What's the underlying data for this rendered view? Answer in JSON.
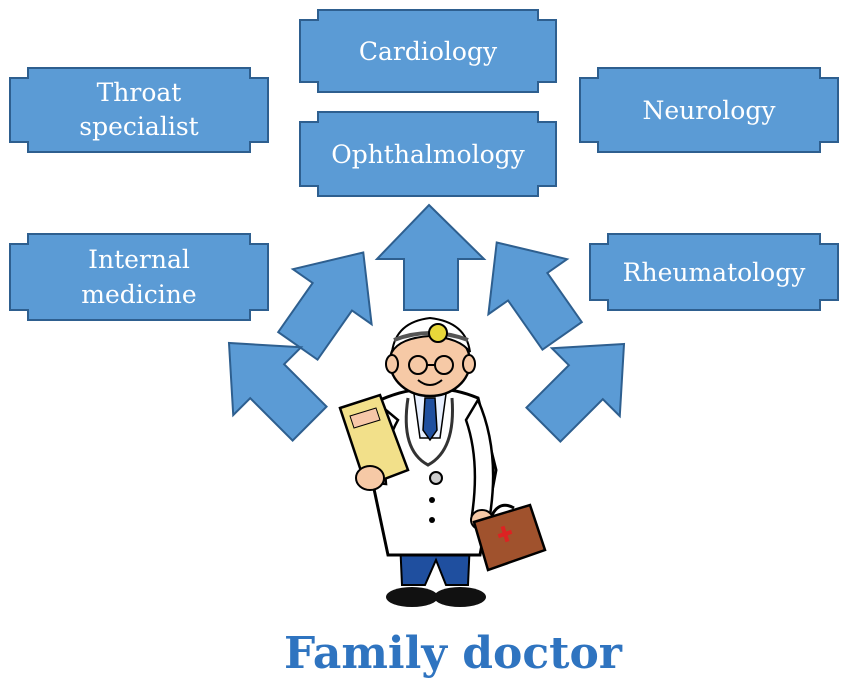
{
  "colors": {
    "box_fill": "#5b9bd5",
    "box_stroke": "#2e5f8f",
    "title": "#2f74c0"
  },
  "specialties": [
    {
      "lines": [
        "Throat",
        "specialist"
      ]
    },
    {
      "lines": [
        "Cardiology"
      ]
    },
    {
      "lines": [
        "Neurology"
      ]
    },
    {
      "lines": [
        "Ophthalmology"
      ]
    },
    {
      "lines": [
        "Internal",
        "medicine"
      ]
    },
    {
      "lines": [
        "Rheumatology"
      ]
    }
  ],
  "center": {
    "illustration": "doctor-illustration",
    "title": "Family doctor"
  }
}
